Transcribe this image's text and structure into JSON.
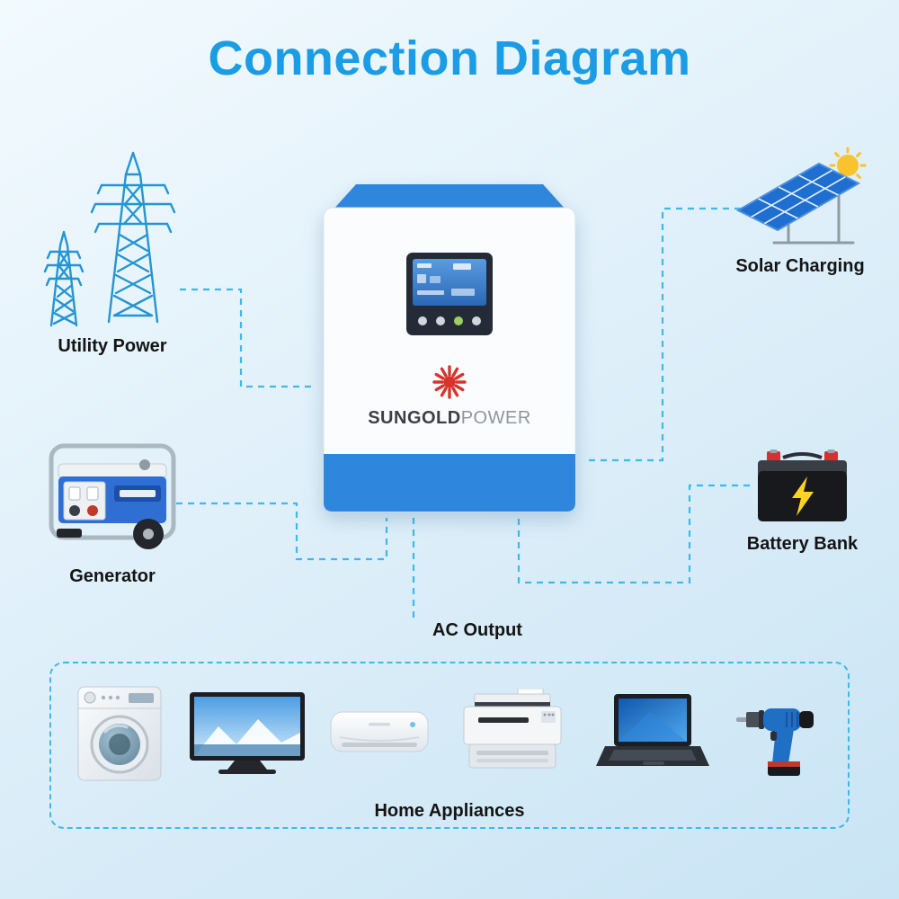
{
  "title": "Connection Diagram",
  "inverter": {
    "name": "solar-inverter",
    "brand_bold": "SUNGOLD",
    "brand_light": "POWER"
  },
  "nodes": {
    "utility": {
      "label": "Utility Power",
      "icon": "transmission-tower-icon"
    },
    "generator": {
      "label": "Generator",
      "icon": "generator-icon"
    },
    "solar": {
      "label": "Solar Charging",
      "icon": "solar-panel-icon"
    },
    "battery": {
      "label": "Battery Bank",
      "icon": "battery-icon"
    },
    "ac_output": {
      "label": "AC Output"
    },
    "home_appliances": {
      "label": "Home Appliances",
      "icons": [
        "washing-machine-icon",
        "tv-icon",
        "air-conditioner-icon",
        "printer-icon",
        "laptop-icon",
        "drill-icon"
      ]
    }
  },
  "colors": {
    "title_blue": "#1b9ce4",
    "connection_line": "#3db9ec",
    "inverter_blue": "#2f86dd",
    "logo_red": "#d6342c",
    "sun_yellow": "#f9c32e",
    "label_text": "#141414",
    "background_top": "#f2fafe",
    "background_bottom": "#c9e4f4"
  }
}
